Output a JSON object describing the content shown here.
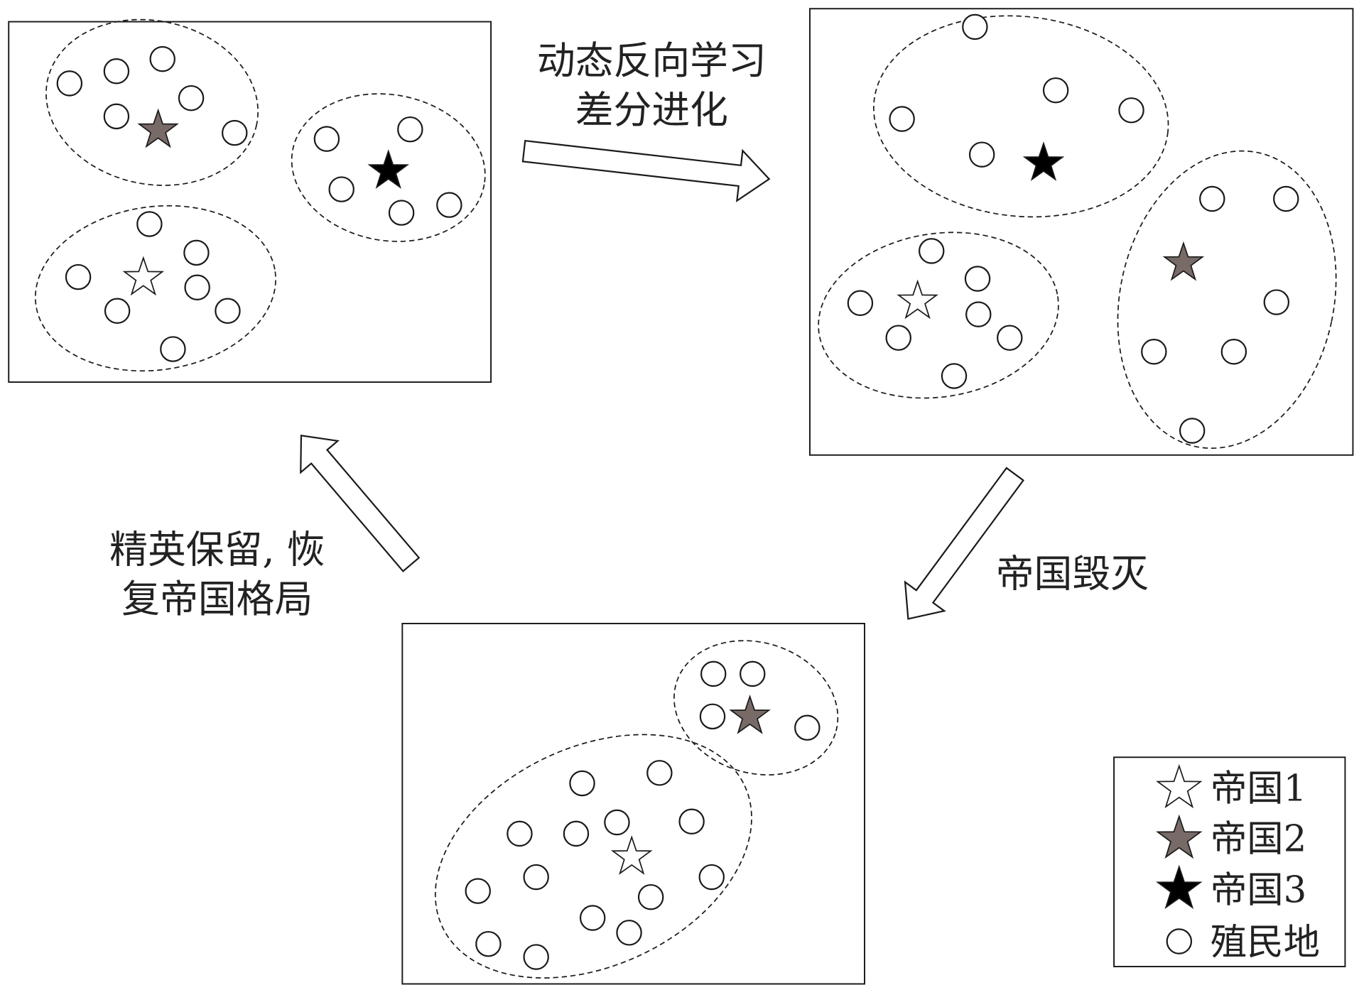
{
  "arrows": {
    "evolution": {
      "line1": "动态反向学习",
      "line2": "差分进化"
    },
    "collapse": {
      "label": "帝国毁灭"
    },
    "restore": {
      "line1": "精英保留, 恢",
      "line2": "复帝国格局"
    }
  },
  "legend": {
    "items": [
      {
        "label": "帝国1",
        "color": "#ffffff"
      },
      {
        "label": "帝国2",
        "color": "#786b67"
      },
      {
        "label": "帝国3",
        "color": "#000000"
      },
      {
        "label": "殖民地",
        "color": "#ffffff"
      }
    ]
  }
}
